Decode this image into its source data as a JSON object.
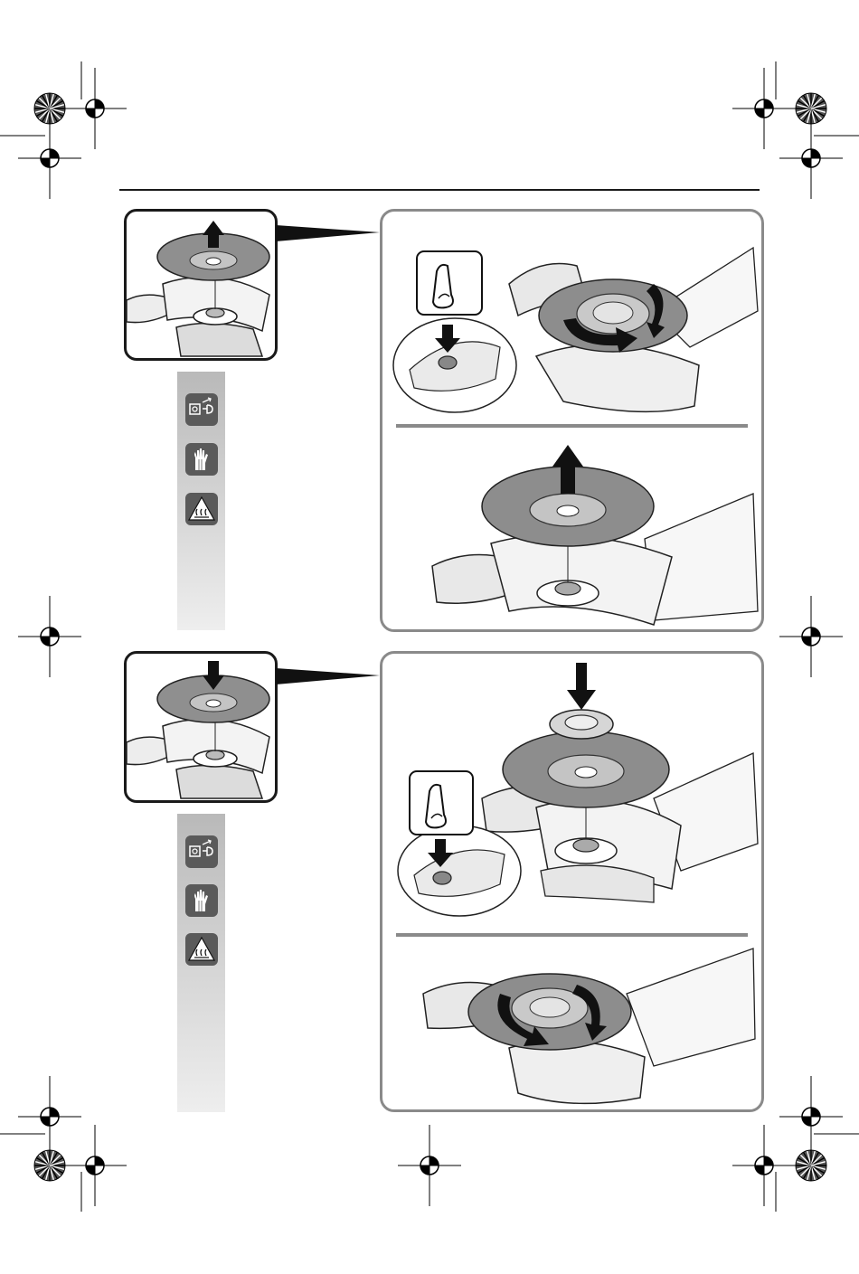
{
  "page": {
    "header_rule_color": "#1a1a1a",
    "panel_border_color": "#8a8a8a",
    "strip_gradient": [
      "#b9b9b9",
      "#eeeeee"
    ]
  },
  "steps": [
    {
      "step": "remove-disc",
      "thumb_arrow": "up-arrow-icon",
      "symbols": [
        "unplug-icon",
        "gloves-icon",
        "hot-surface-warning-icon"
      ],
      "views": [
        "press-lock-button-and-unscrew-nut",
        "lift-disc-off"
      ]
    },
    {
      "step": "mount-disc",
      "thumb_arrow": "down-arrow-icon",
      "symbols": [
        "unplug-icon",
        "gloves-icon",
        "hot-surface-warning-icon"
      ],
      "views": [
        "place-disc-and-nut",
        "tighten-nut"
      ]
    }
  ]
}
